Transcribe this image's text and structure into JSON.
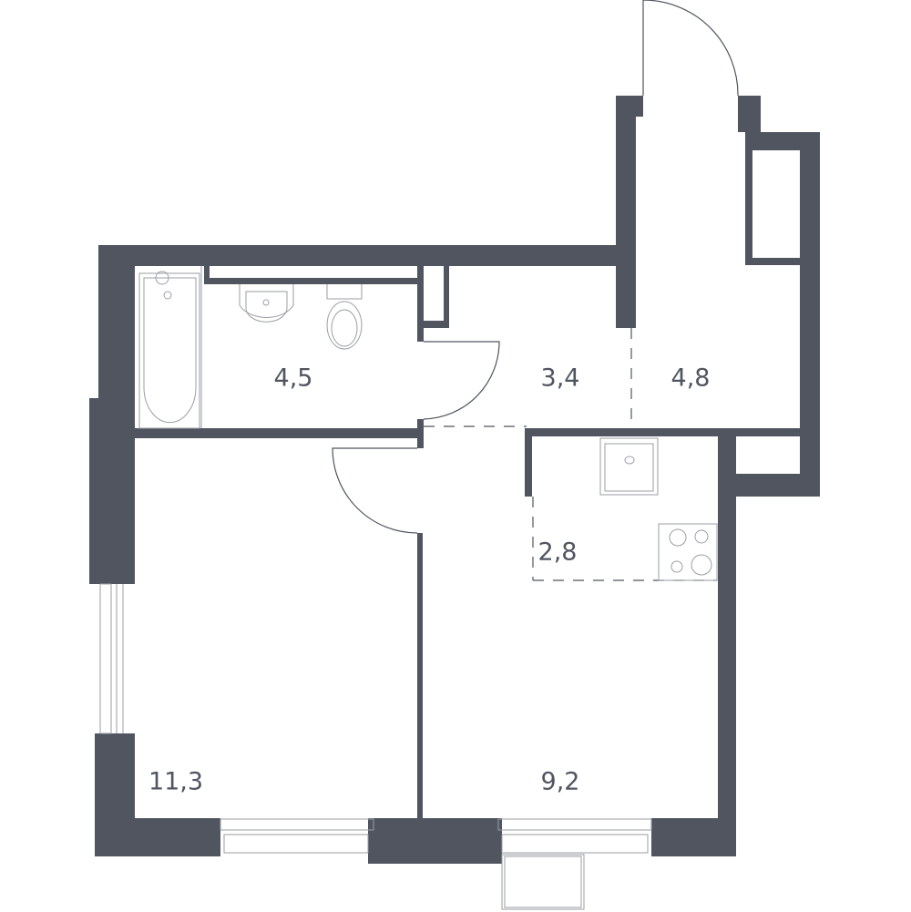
{
  "colors": {
    "wall": "#505560",
    "fixture": "#9a9ea6",
    "background": "#ffffff"
  },
  "rooms": [
    {
      "id": "bathroom",
      "area": "4,5"
    },
    {
      "id": "hallway",
      "area": "3,4"
    },
    {
      "id": "entry",
      "area": "4,8"
    },
    {
      "id": "kitchen",
      "area": "2,8"
    },
    {
      "id": "bedroom",
      "area": "11,3"
    },
    {
      "id": "living-room",
      "area": "9,2"
    }
  ]
}
